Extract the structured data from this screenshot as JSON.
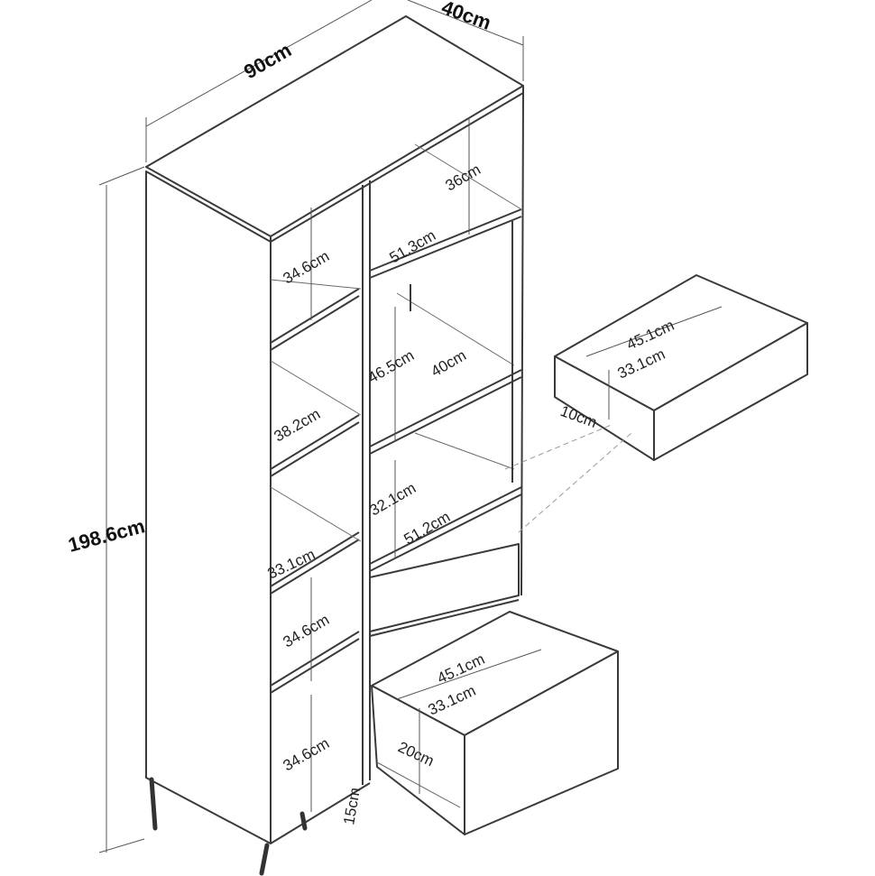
{
  "diagram": {
    "overall": {
      "width": "90cm",
      "depth": "40cm",
      "height": "198.6cm"
    },
    "right_column": {
      "top_shelf_height": "36cm",
      "top_shelf_width": "51.3cm",
      "open_shelf_height": "46.5cm",
      "open_shelf_depth": "40cm",
      "lower_shelf_height": "32.1cm",
      "lower_shelf_width": "51.2cm"
    },
    "left_column": {
      "shelf_1_height": "34.6cm",
      "shelf_2_height": "38.2cm",
      "shelf_width": "33.1cm",
      "shelf_3_height": "34.6cm",
      "shelf_4_height": "34.6cm"
    },
    "leg_height": "15cm",
    "drawer_large": {
      "width": "45.1cm",
      "depth": "33.1cm",
      "height": "20cm"
    },
    "drawer_small": {
      "width": "45.1cm",
      "depth": "33.1cm",
      "height": "10cm"
    }
  }
}
